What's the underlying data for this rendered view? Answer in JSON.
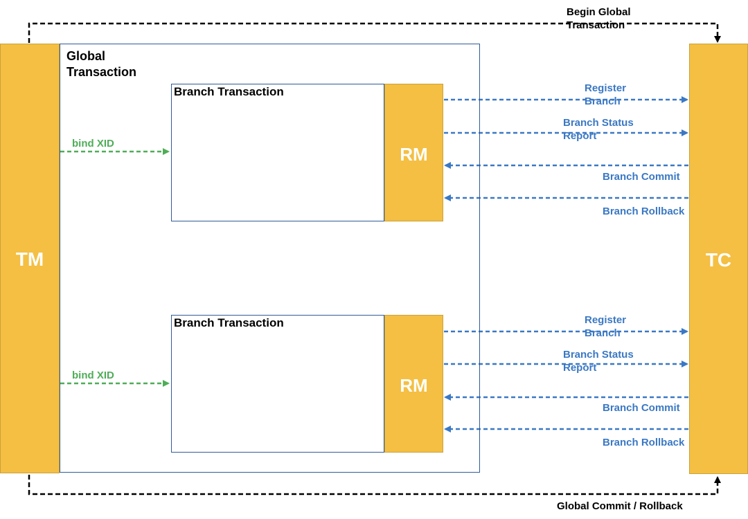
{
  "colors": {
    "component_fill": "#f4bf42",
    "global_border": "#2f5a9a",
    "blue_arrow": "#3a78c4",
    "green_arrow": "#4ead57",
    "black_arrow": "#000000"
  },
  "tm": {
    "label": "TM"
  },
  "tc": {
    "label": "TC"
  },
  "global_transaction": {
    "label": "Global\nTransaction"
  },
  "branches": [
    {
      "title": "Branch Transaction",
      "rm_label": "RM",
      "bind_label": "bind XID",
      "register_label": "Register\nBranch",
      "status_label": "Branch Status\nReport",
      "commit_label": "Branch Commit",
      "rollback_label": "Branch Rollback"
    },
    {
      "title": "Branch Transaction",
      "rm_label": "RM",
      "bind_label": "bind XID",
      "register_label": "Register\nBranch",
      "status_label": "Branch Status\nReport",
      "commit_label": "Branch Commit",
      "rollback_label": "Branch Rollback"
    }
  ],
  "top_flow": {
    "label": "Begin Global\nTransaction"
  },
  "bottom_flow": {
    "label": "Global Commit / Rollback"
  }
}
